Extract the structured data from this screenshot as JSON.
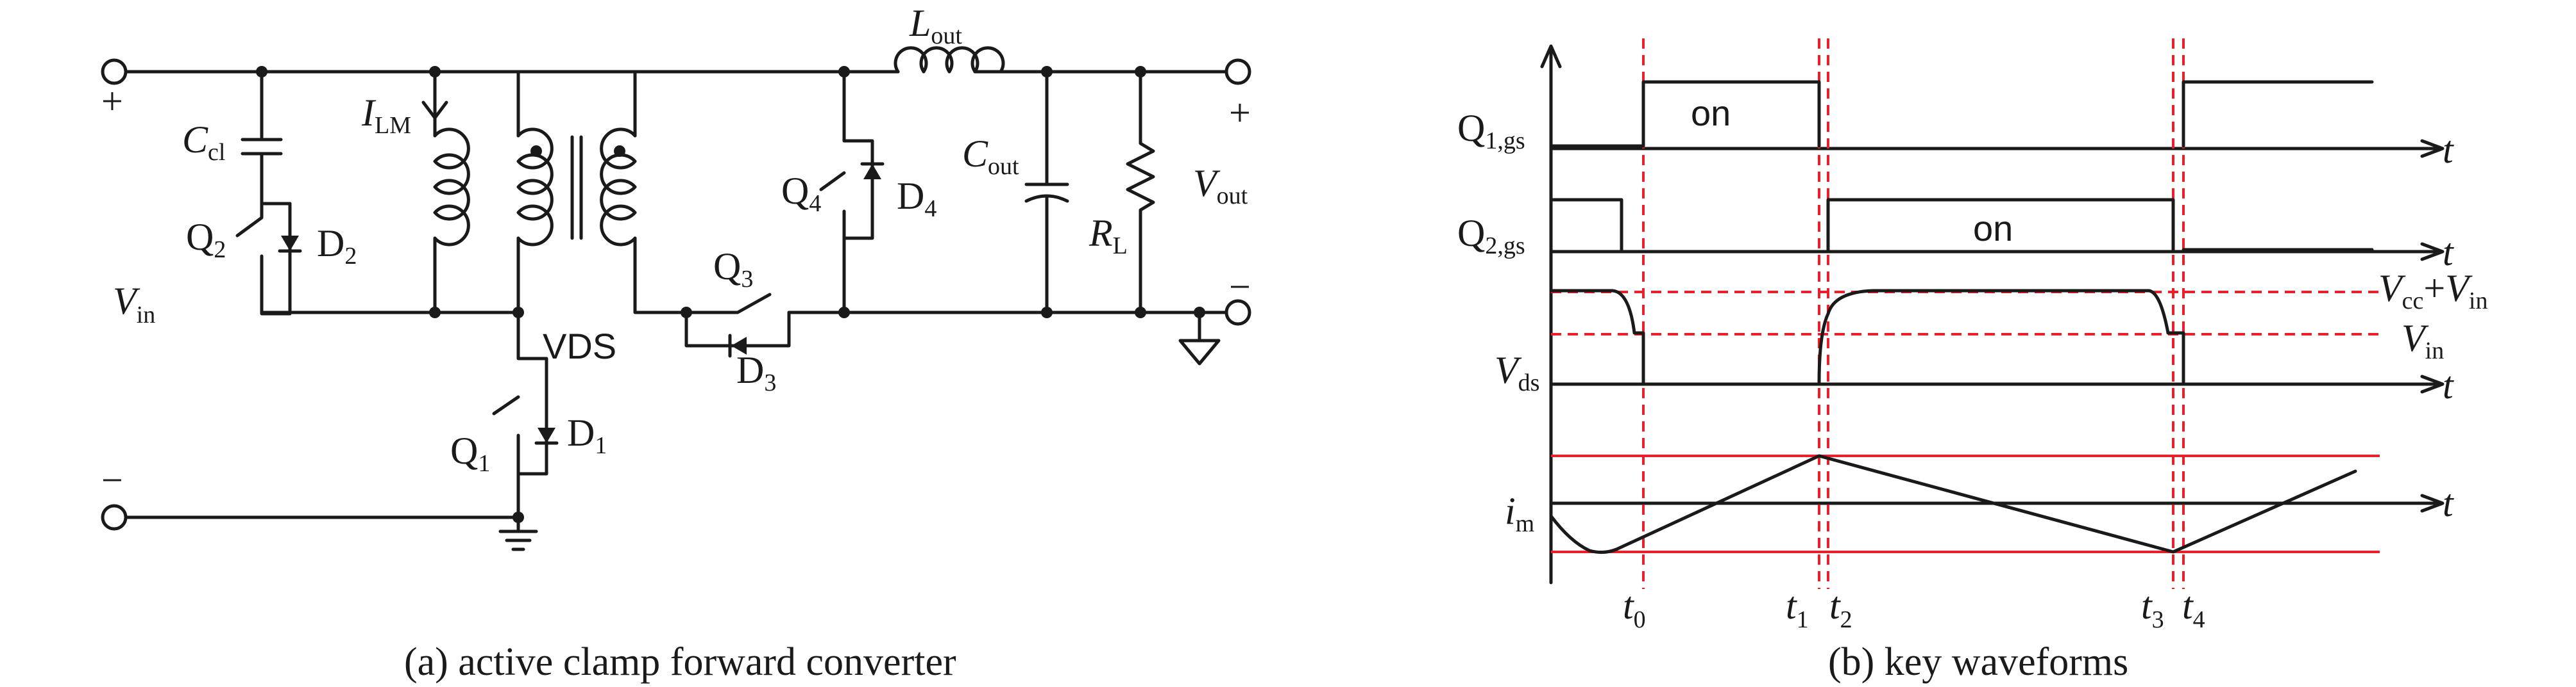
{
  "panel_a": {
    "caption": "(a) active clamp forward converter",
    "plus_in": "+",
    "minus_in": "−",
    "plus_out": "+",
    "minus_out": "−",
    "vin": "V",
    "vin_sub": "in",
    "ccl": "C",
    "ccl_sub": "cl",
    "ilm": "I",
    "ilm_sub": "LM",
    "q2": "Q",
    "q2_sub": "2",
    "d2": "D",
    "d2_sub": "2",
    "q1": "Q",
    "q1_sub": "1",
    "d1": "D",
    "d1_sub": "1",
    "vds": "VDS",
    "q3": "Q",
    "q3_sub": "3",
    "d3": "D",
    "d3_sub": "3",
    "q4": "Q",
    "q4_sub": "4",
    "d4": "D",
    "d4_sub": "4",
    "lout": "L",
    "lout_sub": "out",
    "cout": "C",
    "cout_sub": "out",
    "rl": "R",
    "rl_sub": "L",
    "vout": "V",
    "vout_sub": "out"
  },
  "panel_b": {
    "caption": "(b) key waveforms",
    "q1gs": "Q",
    "q1gs_sub": "1,gs",
    "q2gs": "Q",
    "q2gs_sub": "2,gs",
    "vds": "V",
    "vds_sub": "ds",
    "im": "i",
    "im_sub": "m",
    "t": "t",
    "on1": "on",
    "on2": "on",
    "vcc_vin": "V",
    "vcc_sub": "cc",
    "plus": "+",
    "vin2": "V",
    "vin2_sub": "in",
    "vin": "V",
    "vin_sub": "in",
    "t0": "t",
    "t0_sub": "0",
    "t1": "t",
    "t1_sub": "1",
    "t2": "t",
    "t2_sub": "2",
    "t3": "t",
    "t3_sub": "3",
    "t4": "t",
    "t4_sub": "4"
  }
}
